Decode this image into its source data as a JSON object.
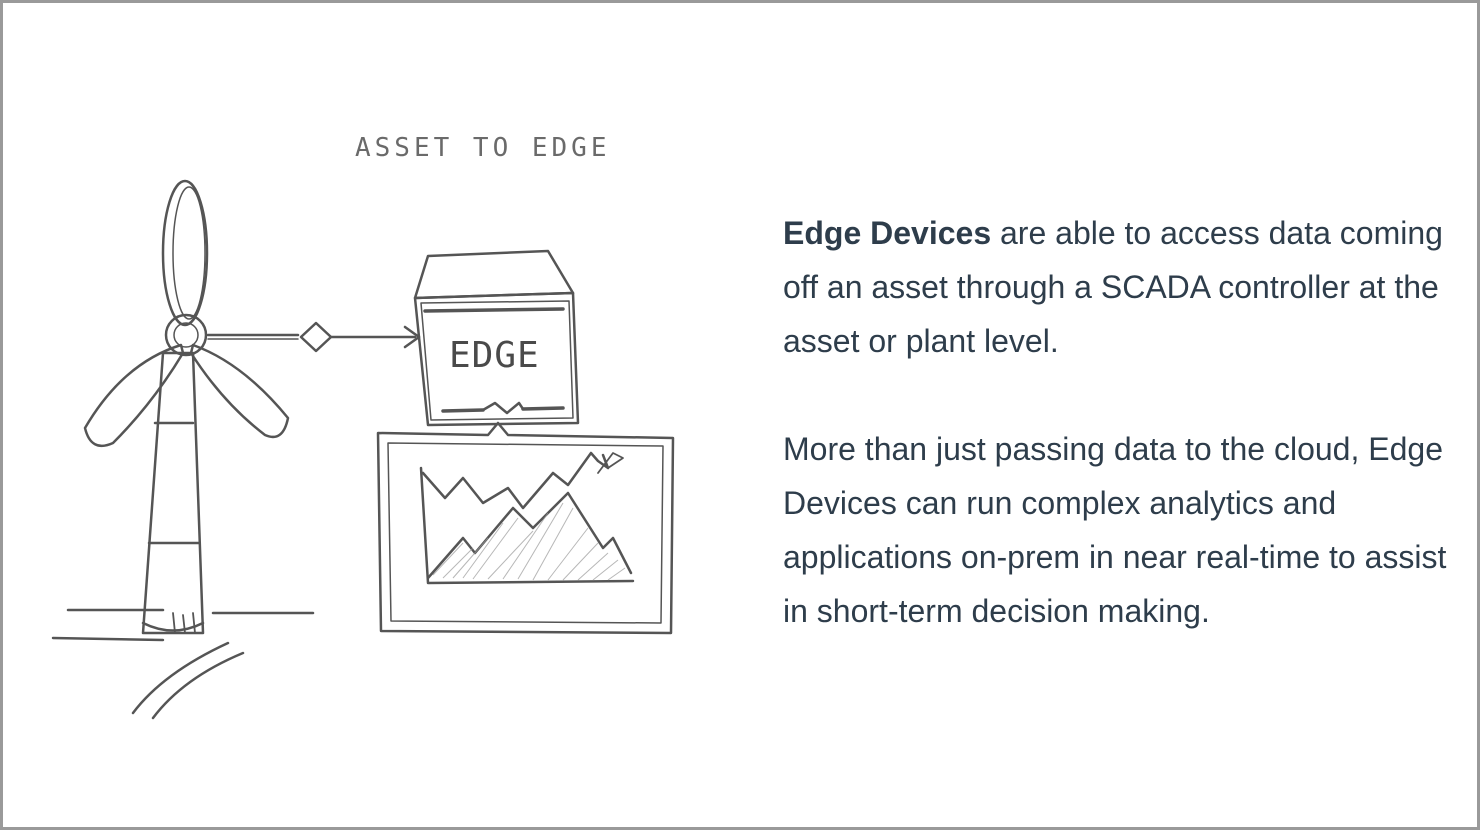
{
  "sketch": {
    "label_top": "ASSET TO EDGE",
    "label_box": "EDGE"
  },
  "content": {
    "p1_bold": "Edge Devices",
    "p1_rest": " are able to access data coming off an asset through a SCADA controller at the asset or plant level.",
    "p2": "More than just passing data to the cloud, Edge Devices can run complex analytics and applications on-prem in near real-time to assist in short-term decision making."
  }
}
